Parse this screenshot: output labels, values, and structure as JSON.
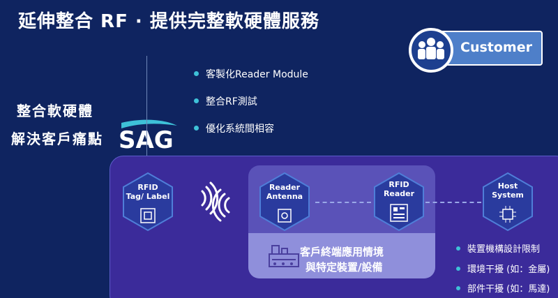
{
  "title": "延伸整合 RF · 提供完整軟硬體服務",
  "customer": {
    "label": "Customer",
    "icon": "people-group-icon"
  },
  "left_heading": {
    "line1": "整合軟硬體",
    "line2": "解決客戶痛點"
  },
  "logo": {
    "text": "SAG"
  },
  "bullets": [
    {
      "text": "客製化Reader Module"
    },
    {
      "text": "整合RF測試"
    },
    {
      "text": "優化系統間相容"
    }
  ],
  "nodes": {
    "rfid_tag": {
      "line1": "RFID",
      "line2": "Tag/ Label",
      "icon": "rfid-tag-icon"
    },
    "reader_antenna": {
      "line1": "Reader",
      "line2": "Antenna",
      "icon": "antenna-icon"
    },
    "rfid_reader": {
      "line1": "RFID",
      "line2": "Reader",
      "icon": "reader-device-icon"
    },
    "host_system": {
      "line1": "Host",
      "line2": "System",
      "icon": "chip-icon"
    }
  },
  "scenario": {
    "line1": "客戶終端應用情境",
    "line2": "與特定裝置/設備",
    "icon": "machine-icon"
  },
  "constraints": [
    {
      "text": "裝置機構設計限制"
    },
    {
      "text": "環境干擾 (如：金屬)"
    },
    {
      "text": "部件干擾 (如：馬達)"
    }
  ],
  "colors": {
    "background": "#0f2460",
    "panel": "#3b2b9a",
    "accent": "#3ec1d8",
    "customer": "#4e7fc9"
  }
}
